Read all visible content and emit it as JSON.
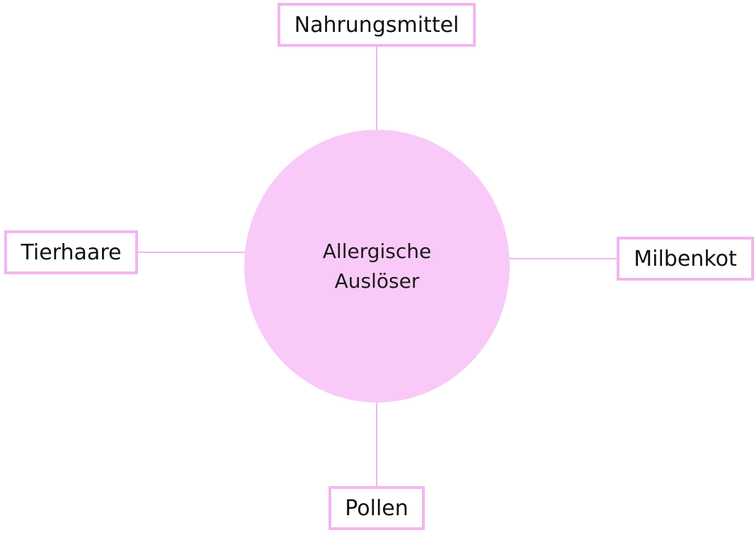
{
  "diagram": {
    "center": {
      "label": "Allergische\nAuslöser"
    },
    "nodes": {
      "top": "Nahrungsmittel",
      "left": "Tierhaare",
      "right": "Milbenkot",
      "bottom": "Pollen"
    },
    "colors": {
      "circle_fill": "#f9caf8",
      "box_border": "#f2b6ee",
      "connector": "#f2b6ee"
    }
  }
}
